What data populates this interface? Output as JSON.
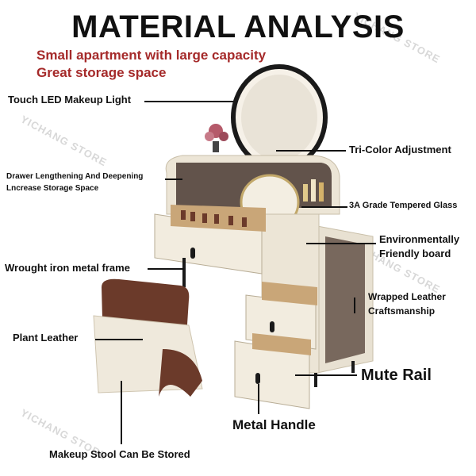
{
  "title": "MATERIAL ANALYSIS",
  "subtitles": [
    "Small apartment with large capacity",
    "Great storage space"
  ],
  "watermark": "YICHANG STORE",
  "labels": {
    "touch_led": "Touch LED Makeup Light",
    "tri_color": "Tri-Color Adjustment",
    "drawer": "Drawer Lengthening And Deepening",
    "drawer2": "Lncrease Storage Space",
    "glass": "3A Grade Tempered Glass",
    "env1": "Environmentally",
    "env2": "Friendly board",
    "iron": "Wrought iron metal frame",
    "wrapped1": "Wrapped Leather",
    "wrapped2": "Craftsmanship",
    "plant": "Plant Leather",
    "mute": "Mute Rail",
    "handle": "Metal Handle",
    "stool": "Makeup Stool Can Be Stored"
  },
  "colors": {
    "subtitle": "#a52a2a",
    "cream": "#efe9dc",
    "brown": "#6b3a2a",
    "frame": "#1a1a1a"
  }
}
